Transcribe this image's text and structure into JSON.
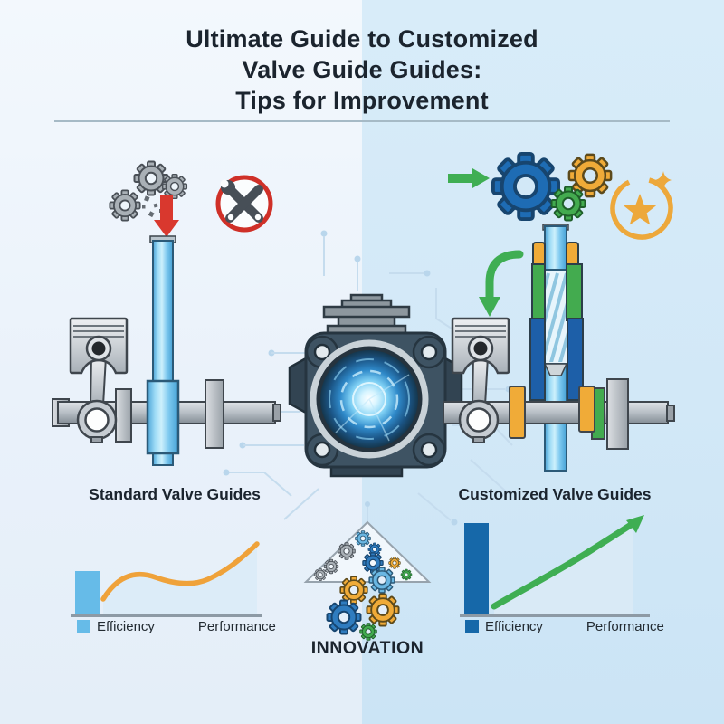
{
  "title": {
    "line1": "Ultimate Guide to Customized",
    "line2": "Valve Guide Guides:",
    "line3": "Tips for Improvement"
  },
  "left_section": {
    "label": "Standard Valve Guides",
    "icons": [
      "worn-gray-gears-icon",
      "failure-down-arrow-icon",
      "repair-needed-crossed-tools-icon"
    ],
    "chart": {
      "type": "bar+line",
      "bar_label": "Efficiency",
      "bar_color": "#66bbe8",
      "bar_height_pct": 30,
      "line_label": "Performance",
      "line_color": "#efa23a",
      "trend": "flat wavy curve with slight rise"
    }
  },
  "right_section": {
    "label": "Customized Valve Guides",
    "icons": [
      "upgrade-right-arrow-icon",
      "optimized-color-gears-icon",
      "quality-star-badge-icon",
      "install-curved-arrow-icon"
    ],
    "chart": {
      "type": "bar+line",
      "bar_label": "Efficiency",
      "bar_color": "#1668a9",
      "bar_height_pct": 62,
      "line_label": "Performance",
      "line_color": "#3fae53",
      "trend": "steep rising curve with arrowhead"
    }
  },
  "center": {
    "innovation_label": "INNOVATION",
    "illustrations": [
      "engine-core-illustration",
      "gear-arrow-innovation-icon",
      "circuit-traces"
    ]
  },
  "colors": {
    "background_left": "#eef5fb",
    "background_right": "#d2e8f7",
    "accent_red": "#d9382e",
    "accent_green": "#3fae53",
    "accent_blue": "#1e6cb4",
    "accent_yellow": "#f0ab38",
    "valve_blue": "#7cc8ef",
    "title_text": "#1b242e"
  }
}
